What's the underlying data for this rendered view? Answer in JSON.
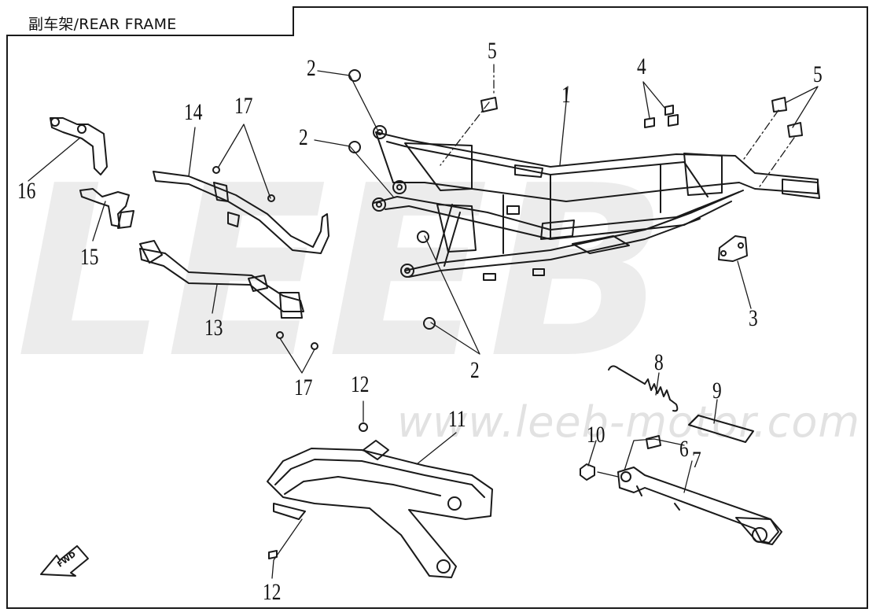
{
  "title": "副车架/REAR FRAME",
  "watermark": {
    "logo_text": "LEEB",
    "url": "www.leeb-motor.com"
  },
  "direction_label": "FWD",
  "callouts": {
    "c1": "1",
    "c2a": "2",
    "c2b": "2",
    "c2c": "2",
    "c3": "3",
    "c4": "4",
    "c5a": "5",
    "c5b": "5",
    "c6": "6",
    "c7": "7",
    "c8": "8",
    "c9": "9",
    "c10": "10",
    "c11": "11",
    "c12a": "12",
    "c12b": "12",
    "c13": "13",
    "c14": "14",
    "c15": "15",
    "c16": "16",
    "c17a": "17",
    "c17b": "17"
  },
  "colors": {
    "line": "#1a1a1a",
    "watermark": "#e4e4e4",
    "background": "#ffffff"
  }
}
